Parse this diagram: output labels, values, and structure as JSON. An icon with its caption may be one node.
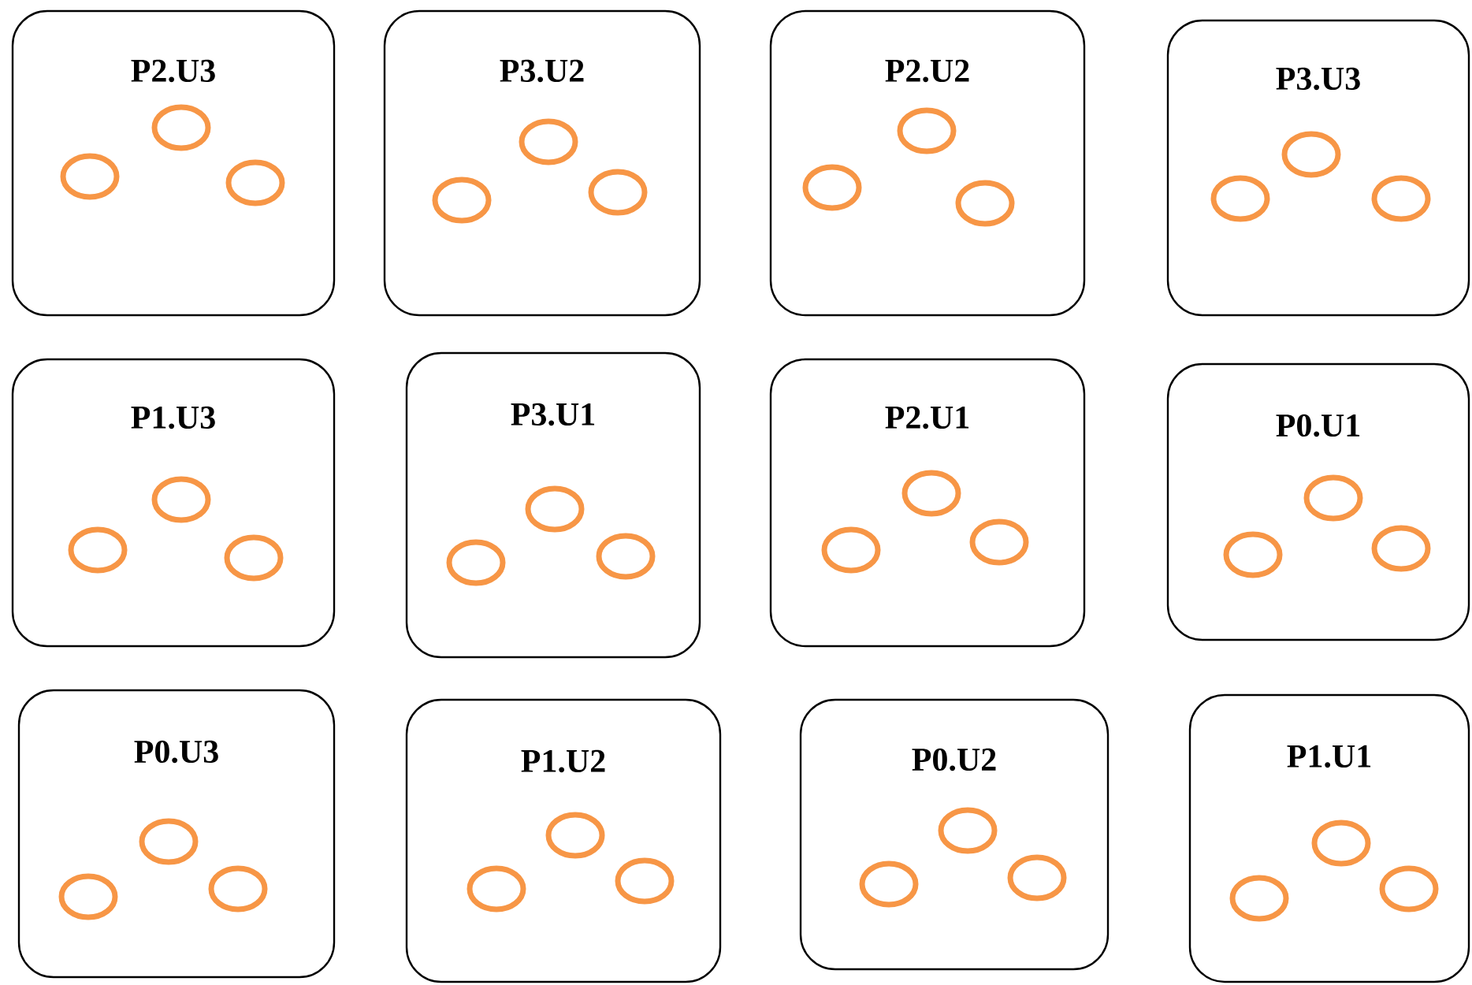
{
  "diagram": {
    "nodes": [
      {
        "text": [
          "P2.U3"
        ]
      },
      {
        "text": [
          "P3.U2"
        ]
      },
      {
        "text": [
          "P2.U2"
        ]
      },
      {
        "text": [
          "P3.U3"
        ]
      },
      {
        "text": [
          "P1.U3"
        ]
      },
      {
        "text": [
          "P3.U1"
        ]
      },
      {
        "text": [
          "P2.U1"
        ]
      },
      {
        "text": [
          "P0.U1"
        ]
      },
      {
        "text": [
          "P0.U3"
        ]
      },
      {
        "text": [
          "P1.U2"
        ]
      },
      {
        "text": [
          "P0.U2"
        ]
      },
      {
        "text": [
          "P1.U1"
        ]
      }
    ]
  }
}
